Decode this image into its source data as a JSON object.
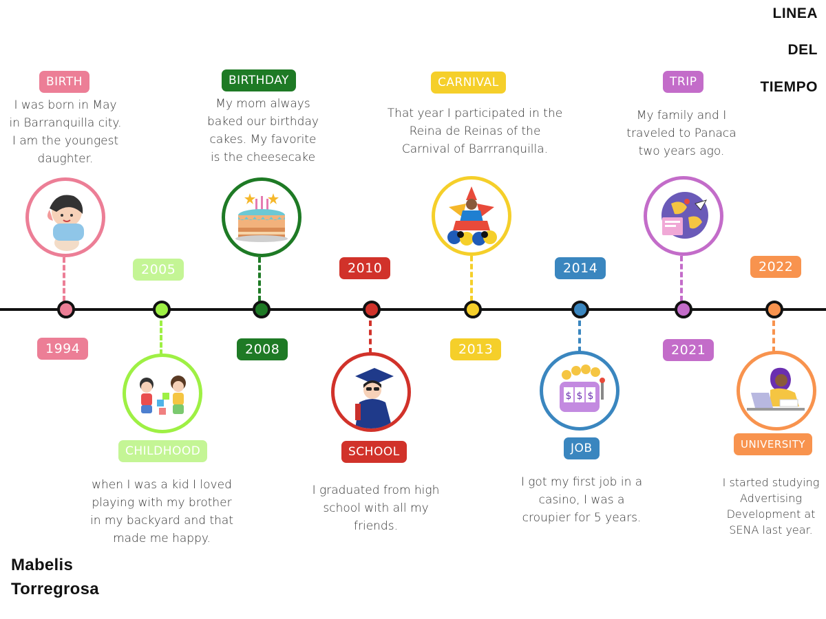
{
  "title": {
    "line1": "LINEA",
    "line2": "DEL",
    "line3": "TIEMPO"
  },
  "author": {
    "first": "Mabelis",
    "last": "Torregrosa"
  },
  "colors": {
    "birth": "#ec7e96",
    "childhood": "#9ef044",
    "birthday": "#1e7a25",
    "school": "#d1322a",
    "carnival": "#f5cf2a",
    "job": "#3a86bf",
    "trip": "#c36cc9",
    "university": "#f8934e"
  },
  "events": [
    {
      "key": "birth",
      "label": "BIRTH",
      "year": "1994",
      "icon": "baby-icon",
      "desc": [
        "I was born in May",
        "in Barranquilla city.",
        "I am the youngest",
        "daughter."
      ]
    },
    {
      "key": "childhood",
      "label": "CHILDHOOD",
      "year": "2005",
      "icon": "kids-playing-icon",
      "desc": [
        "when I was a kid I loved",
        "playing with my brother",
        "in my backyard and that",
        "made me happy."
      ]
    },
    {
      "key": "birthday",
      "label": "BIRTHDAY",
      "year": "2008",
      "icon": "cake-icon",
      "desc": [
        "My mom always",
        "baked our birthday",
        "cakes. My favorite",
        "is the cheesecake"
      ]
    },
    {
      "key": "school",
      "label": "SCHOOL",
      "year": "2010",
      "icon": "graduate-icon",
      "desc": [
        "I graduated from high",
        "school with all my",
        "friends."
      ]
    },
    {
      "key": "carnival",
      "label": "CARNIVAL",
      "year": "2013",
      "icon": "carnival-dancer-icon",
      "desc": [
        "That year I participated in the",
        "Reina de Reinas of the",
        "Carnival of Barrranquilla."
      ]
    },
    {
      "key": "job",
      "label": "JOB",
      "year": "2014",
      "icon": "slot-machine-icon",
      "desc": [
        "I got my first job in a",
        "casino, I was a",
        "croupier for 5 years."
      ]
    },
    {
      "key": "trip",
      "label": "TRIP",
      "year": "2021",
      "icon": "globe-travel-icon",
      "desc": [
        "My family and I",
        "traveled to Panaca",
        "two years ago."
      ]
    },
    {
      "key": "university",
      "label": "UNIVERSITY",
      "year": "2022",
      "icon": "student-laptop-icon",
      "desc": [
        "I started studying",
        "Advertising",
        "Development at",
        "SENA last year."
      ]
    }
  ]
}
